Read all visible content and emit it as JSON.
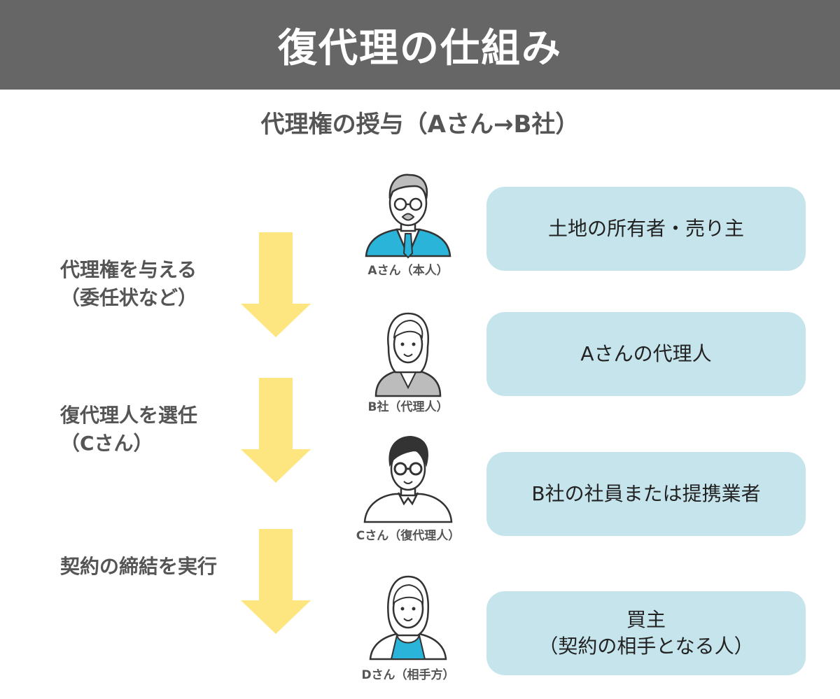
{
  "title": "復代理の仕組み",
  "subtitle": "代理権の授与（Aさん→B社）",
  "steps": [
    {
      "line1": "代理権を与える",
      "line2": "（委任状など）"
    },
    {
      "line1": "復代理人を選任",
      "line2": "（Cさん）"
    },
    {
      "line1": "契約の締結を実行",
      "line2": ""
    }
  ],
  "people": [
    {
      "caption": "Aさん（本人）",
      "role": "土地の所有者・売り主",
      "role_sub": "",
      "icon": "elderly-man-suit-icon"
    },
    {
      "caption": "B社（代理人）",
      "role": "Aさんの代理人",
      "role_sub": "",
      "icon": "woman-gray-jacket-icon"
    },
    {
      "caption": "Cさん（復代理人）",
      "role": "B社の社員または提携業者",
      "role_sub": "",
      "icon": "man-glasses-icon"
    },
    {
      "caption": "Dさん（相手方）",
      "role": "買主",
      "role_sub": "（契約の相手となる人）",
      "icon": "woman-blue-top-icon"
    }
  ],
  "colors": {
    "header_bg": "#666666",
    "arrow": "#fde57f",
    "role_box": "#c6e4ec",
    "suit_blue": "#2ab4d9",
    "jacket_gray": "#bcbcbc"
  }
}
